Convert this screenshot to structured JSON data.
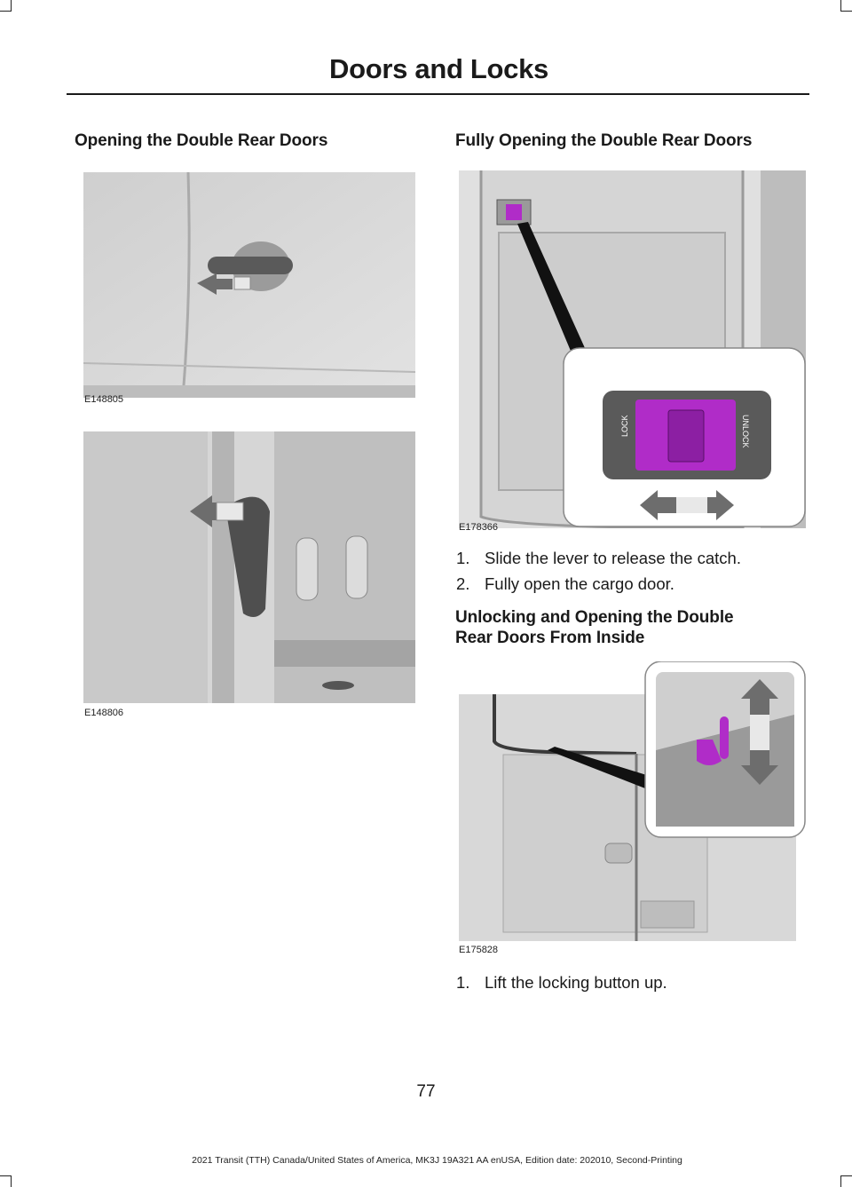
{
  "header": {
    "title": "Doors and Locks"
  },
  "left": {
    "heading": "Opening the Double Rear Doors",
    "figure1_label": "E148805",
    "figure2_label": "E148806"
  },
  "right": {
    "heading1": "Fully Opening the Double Rear Doors",
    "figure3_label": "E178366",
    "figure3_text": {
      "lock": "LOCK",
      "unlock": "UNLOCK"
    },
    "steps1": [
      {
        "num": "1.",
        "text": "Slide the lever to release the catch."
      },
      {
        "num": "2.",
        "text": "Fully open the cargo door."
      }
    ],
    "heading2_line1": "Unlocking and Opening the Double",
    "heading2_line2": "Rear Doors From Inside",
    "figure4_label": "E175828",
    "steps2": [
      {
        "num": "1.",
        "text": "Lift the locking button up."
      }
    ]
  },
  "footer": {
    "page_number": "77",
    "text": "2021 Transit (TTH) Canada/United States of America, MK3J 19A321 AA enUSA, Edition date: 202010, Second-Printing"
  },
  "colors": {
    "highlight": "#b02cc8",
    "arrow": "#6d6d6d"
  }
}
